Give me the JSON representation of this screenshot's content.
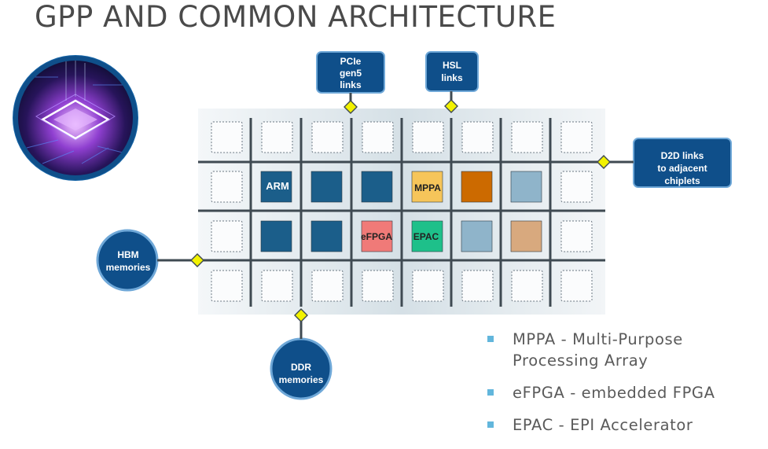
{
  "title": "GPP AND COMMON ARCHITECTURE",
  "callouts": {
    "pcie": [
      "PCIe",
      "gen5",
      "links"
    ],
    "hsl": [
      "HSL",
      "links"
    ],
    "d2d": [
      "D2D links",
      "to adjacent",
      "chiplets"
    ],
    "hbm": [
      "HBM",
      "memories"
    ],
    "ddr": [
      "DDR",
      "memories"
    ]
  },
  "tiles": {
    "arm": "ARM",
    "mppa": "MPPA",
    "efpga": "eFPGA",
    "epac": "EPAC"
  },
  "legend": [
    {
      "text": "MPPA - Multi-Purpose Processing Array"
    },
    {
      "text": "eFPGA - embedded FPGA"
    },
    {
      "text": "EPAC - EPI Accelerator"
    }
  ],
  "colors": {
    "dark_blue": "#1b5e8a",
    "light_blue": "#8fb4ca",
    "mppa": "#f6c55a",
    "orange": "#cc6a00",
    "efpga": "#f07a78",
    "epac": "#1ec08a",
    "tan": "#d8a97e",
    "callout": "#0f4f8a",
    "diamond": "#f2f200"
  }
}
